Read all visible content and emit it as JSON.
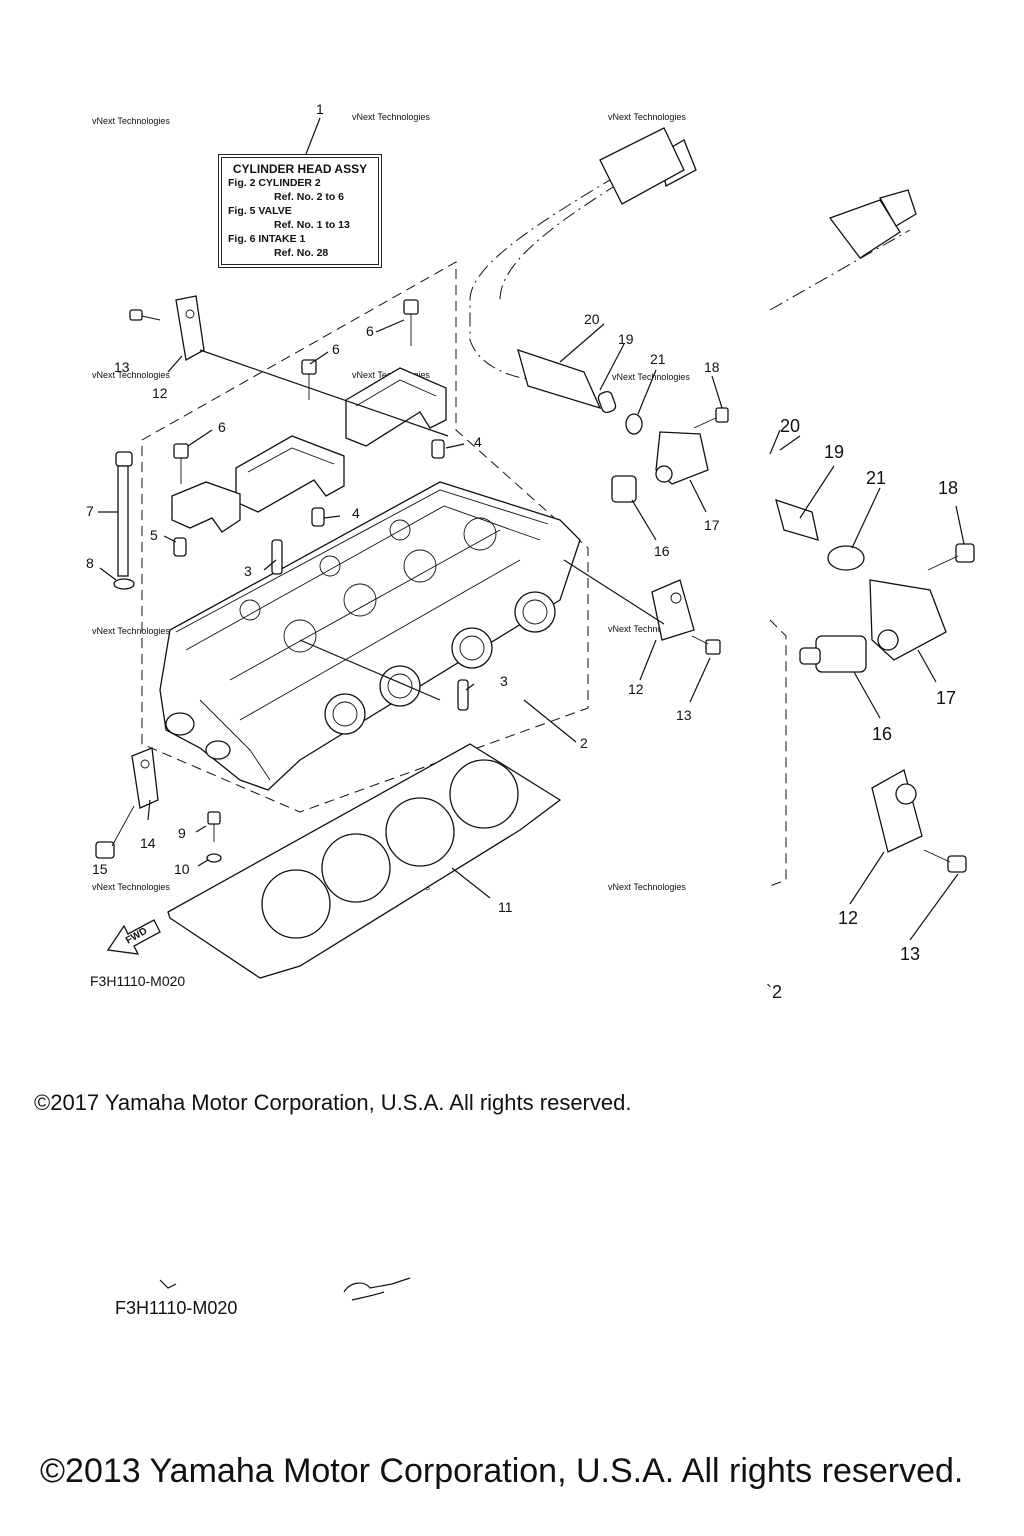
{
  "spec_box": {
    "title": "CYLINDER HEAD ASSY",
    "lines": [
      {
        "text": "Fig.  2 CYLINDER 2",
        "indent": false
      },
      {
        "text": "Ref. No. 2 to 6",
        "indent": true
      },
      {
        "text": "Fig.  5 VALVE",
        "indent": false
      },
      {
        "text": "Ref. No. 1 to 13",
        "indent": true
      },
      {
        "text": "Fig.  6 INTAKE 1",
        "indent": false
      },
      {
        "text": "Ref. No. 28",
        "indent": true
      }
    ]
  },
  "callouts": {
    "c1": "1",
    "c2": "2",
    "c3a": "3",
    "c3b": "3",
    "c4a": "4",
    "c4b": "4",
    "c5": "5",
    "c6a": "6",
    "c6b": "6",
    "c6c": "6",
    "c7": "7",
    "c8": "8",
    "c9": "9",
    "c10": "10",
    "c11": "11",
    "c12a": "12",
    "c12b": "12",
    "c13a": "13",
    "c13b": "13",
    "c14": "14",
    "c15": "15",
    "c16": "16",
    "c17": "17",
    "c18": "18",
    "c19": "19",
    "c20": "20",
    "c21": "21",
    "z20": "20",
    "z19": "19",
    "z21": "21",
    "z18": "18",
    "z17": "17",
    "z16": "16",
    "z12": "12",
    "z13": "13",
    "z2": "`2"
  },
  "fwd_label": "FWD",
  "figure_code": "F3H1110-M020",
  "figure_code_2": "F3H1110-M020",
  "watermark": "vNext Technologies",
  "copyright": "©2017 Yamaha Motor Corporation, U.S.A. All rights reserved.",
  "copyright_2": "©2013 Yamaha Motor Corporation, U.S.A. All rights reserved."
}
